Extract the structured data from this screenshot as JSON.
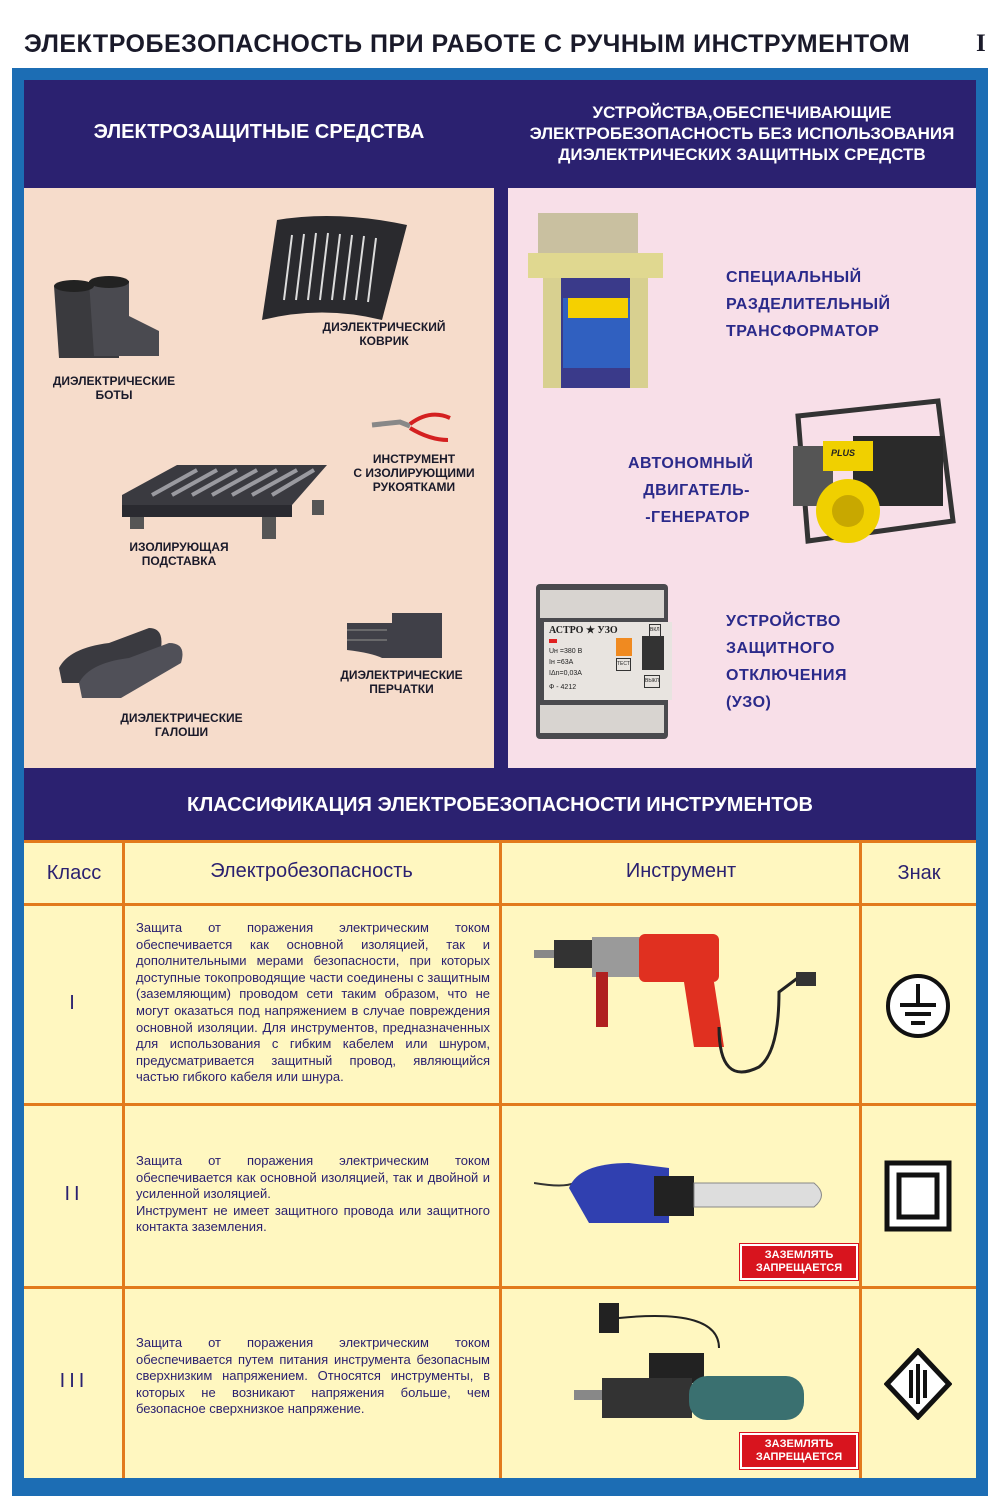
{
  "title": "ЭЛЕКТРОБЕЗОПАСНОСТЬ ПРИ РАБОТЕ С РУЧНЫМ ИНСТРУМЕНТОМ",
  "title_number": "I",
  "left_section": {
    "header": "ЭЛЕКТРОЗАЩИТНЫЕ СРЕДСТВА",
    "items": [
      {
        "label_line1": "ДИЭЛЕКТРИЧЕСКИЕ",
        "label_line2": "БОТЫ"
      },
      {
        "label_line1": "ДИЭЛЕКТРИЧЕСКИЙ",
        "label_line2": "КОВРИК"
      },
      {
        "label_line1": "ИНСТРУМЕНТ",
        "label_line2": "С ИЗОЛИРУЮЩИМИ",
        "label_line3": "РУКОЯТКАМИ"
      },
      {
        "label_line1": "ИЗОЛИРУЮЩАЯ",
        "label_line2": "ПОДСТАВКА"
      },
      {
        "label_line1": "ДИЭЛЕКТРИЧЕСКИЕ",
        "label_line2": "ПЕРЧАТКИ"
      },
      {
        "label_line1": "ДИЭЛЕКТРИЧЕСКИЕ",
        "label_line2": "ГАЛОШИ"
      }
    ]
  },
  "right_section": {
    "header_line1": "УСТРОЙСТВА,ОБЕСПЕЧИВАЮЩИЕ",
    "header_line2": "ЭЛЕКТРОБЕЗОПАСНОСТЬ БЕЗ ИСПОЛЬЗОВАНИЯ",
    "header_line3": "ДИЭЛЕКТРИЧЕСКИХ ЗАЩИТНЫХ СРЕДСТВ",
    "items": [
      {
        "line1": "СПЕЦИАЛЬНЫЙ",
        "line2": "РАЗДЕЛИТЕЛЬНЫЙ",
        "line3": "ТРАНСФОРМАТОР"
      },
      {
        "line1": "АВТОНОМНЫЙ",
        "line2": "ДВИГАТЕЛЬ-",
        "line3": "-ГЕНЕРАТОР"
      },
      {
        "line1": "УСТРОЙСТВО",
        "line2": "ЗАЩИТНОГО",
        "line3": "ОТКЛЮЧЕНИЯ",
        "line4": "(УЗО)"
      }
    ],
    "generator_brand": "PLUS",
    "rcd": {
      "brand": "АСТРО ★ УЗО",
      "vkl": "ВКЛ",
      "test": "ТЕСТ",
      "vykl": "ВЫКЛ",
      "un": "Uн =380 В",
      "in": "Iн =63А",
      "idn": "IΔn=0,03А",
      "model": "Ф - 4212"
    }
  },
  "classification": {
    "header": "КЛАССИФИКАЦИЯ ЭЛЕКТРОБЕЗОПАСНОСТИ ИНСТРУМЕНТОВ",
    "columns": [
      "Класс",
      "Электробезопасность",
      "Инструмент",
      "Знак"
    ],
    "rows": [
      {
        "class": "I",
        "description": "Защита от поражения электрическим током обеспечивается как основной изоляцией, так и дополнительными мерами безопасности, при которых доступные токопроводящие части соединены с защитным (заземляющим) проводом сети таким образом, что не могут оказаться под напряжением в случае повреждения основной изоляции. Для инструментов, предназначенных для использования с гибким кабелем или шнуром, предусматривается защитный провод, являющийся частью гибкого кабеля или шнура.",
        "tool": "drill",
        "sign": "ground-sign"
      },
      {
        "class": "II",
        "description": "Защита от поражения электрическим током обеспечивается как основной изоляцией, так и двойной и усиленной изоляцией.\nИнструмент не имеет защитного провода или защитного контакта заземления.",
        "tool": "chainsaw",
        "sign": "double-square-sign",
        "warning_line1": "ЗАЗЕМЛЯТЬ",
        "warning_line2": "ЗАПРЕЩАЕТСЯ"
      },
      {
        "class": "III",
        "description": "Защита от поражения электрическим током обеспечивается путем питания инструмента безопасным сверхнизким напряжением. Относятся инструменты, в которых не возникают напряжения больше, чем безопасное сверхнизкое напряжение.",
        "tool": "rotary-tool",
        "sign": "diamond-sign",
        "warning_line1": "ЗАЗЕМЛЯТЬ",
        "warning_line2": "ЗАПРЕЩАЕТСЯ"
      }
    ]
  },
  "colors": {
    "navy": "#2b2170",
    "frame": "#1c6db4",
    "left_panel": "#f6dccb",
    "right_panel": "#f8dfe8",
    "table": "#fff7c0",
    "grid": "#e27a1c",
    "warning": "#d8141e"
  }
}
